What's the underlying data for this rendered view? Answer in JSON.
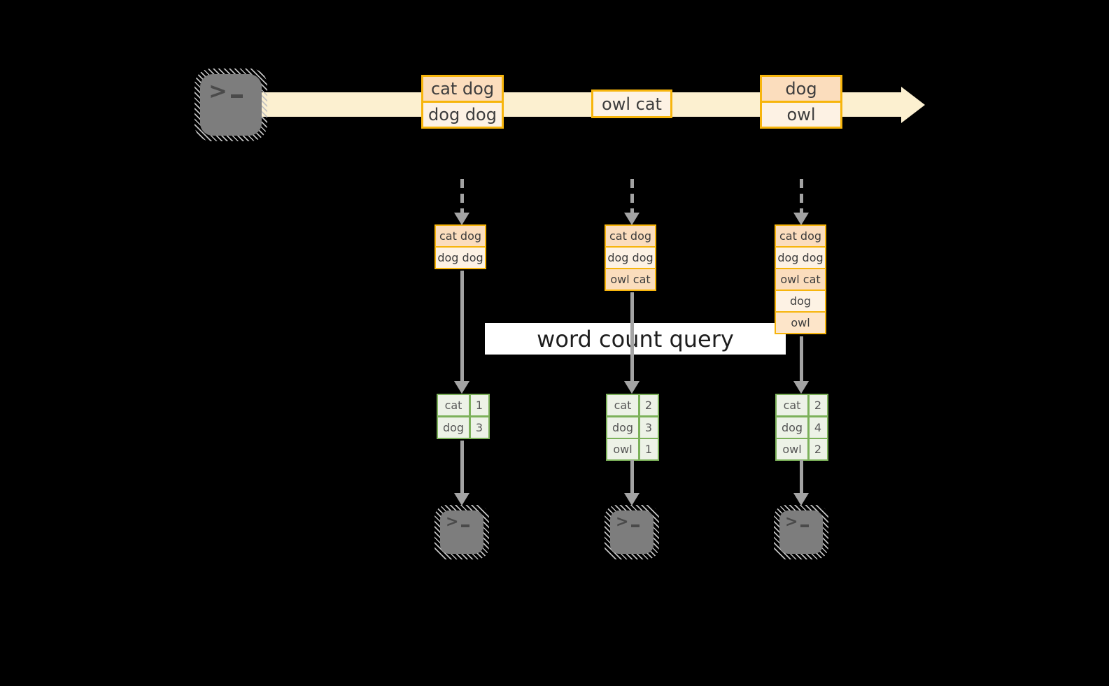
{
  "colors": {
    "background": "#000000",
    "stream_fill": "#FCF0D0",
    "box_border_orange": "#F7B50C",
    "box_fill_dark": "#FBDDBD",
    "box_fill_light": "#FDF2E4",
    "box_fill_mid": "#FDE5C9",
    "arrow_gray": "#A3A3A3",
    "terminal_gray": "#7D7D7D",
    "table_border_green": "#7CB15A",
    "table_fill_green": "#EDF2E7",
    "query_band_bg": "#FFFFFF",
    "text_dark": "#3D3D3D"
  },
  "icons": {
    "source": "terminal-prompt-icon",
    "sinks": "terminal-prompt-icon"
  },
  "stream": {
    "events": [
      {
        "lines": [
          "cat dog",
          "dog dog"
        ]
      },
      {
        "lines": [
          "owl cat"
        ]
      },
      {
        "lines": [
          "dog",
          "owl"
        ]
      }
    ]
  },
  "query": {
    "label": "word count query"
  },
  "columns": [
    {
      "accumulated": [
        "cat dog",
        "dog dog"
      ],
      "counts": [
        {
          "word": "cat",
          "count": "1"
        },
        {
          "word": "dog",
          "count": "3"
        }
      ]
    },
    {
      "accumulated": [
        "cat dog",
        "dog dog",
        "owl cat"
      ],
      "counts": [
        {
          "word": "cat",
          "count": "2"
        },
        {
          "word": "dog",
          "count": "3"
        },
        {
          "word": "owl",
          "count": "1"
        }
      ]
    },
    {
      "accumulated": [
        "cat dog",
        "dog dog",
        "owl cat",
        "dog",
        "owl"
      ],
      "counts": [
        {
          "word": "cat",
          "count": "2"
        },
        {
          "word": "dog",
          "count": "4"
        },
        {
          "word": "owl",
          "count": "2"
        }
      ]
    }
  ]
}
